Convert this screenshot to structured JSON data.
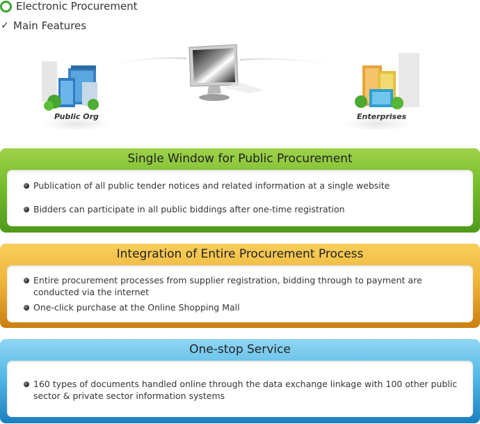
{
  "headings": {
    "section": "Electronic Procurement",
    "subsection": "Main Features"
  },
  "diagram": {
    "left_label": "Public Org",
    "right_label": "Enterprises"
  },
  "colors": {
    "green_panel": "#7bbf2f",
    "orange_panel": "#efb43a",
    "blue_panel": "#55b7e6"
  },
  "panels": [
    {
      "title": "Single Window for Public Procurement",
      "items": [
        "Publication of all public tender notices and related information at a single website",
        "Bidders can participate in all public biddings after one-time registration"
      ]
    },
    {
      "title": "Integration of Entire Procurement Process",
      "items": [
        "Entire procurement processes from supplier registration, bidding through to payment are conducted via the internet",
        "One-click purchase at the Online Shopping Mall"
      ]
    },
    {
      "title": "One-stop Service",
      "items": [
        "160 types of documents handled online through the data exchange linkage with 100 other public sector & private sector information systems"
      ]
    }
  ]
}
